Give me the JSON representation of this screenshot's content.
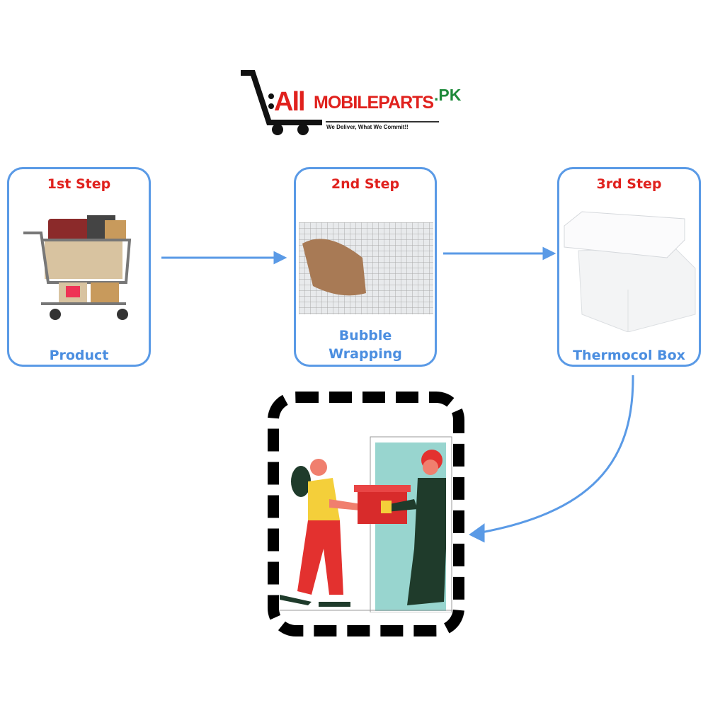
{
  "logo": {
    "brand_part1": "All",
    "brand_part2": "MOBILEPARTS",
    "brand_suffix": ".PK",
    "tagline": "We Deliver, What We Commit!!"
  },
  "steps": [
    {
      "title": "1st Step",
      "label": "Product"
    },
    {
      "title": "2nd Step",
      "label": "Bubble Wrapping"
    },
    {
      "title": "3rd Step",
      "label": "Thermocol Box"
    }
  ],
  "colors": {
    "accent": "#5a9ae6",
    "title_red": "#e0211d",
    "label_blue": "#4b8ee0",
    "brand_green": "#1e8a3a"
  }
}
